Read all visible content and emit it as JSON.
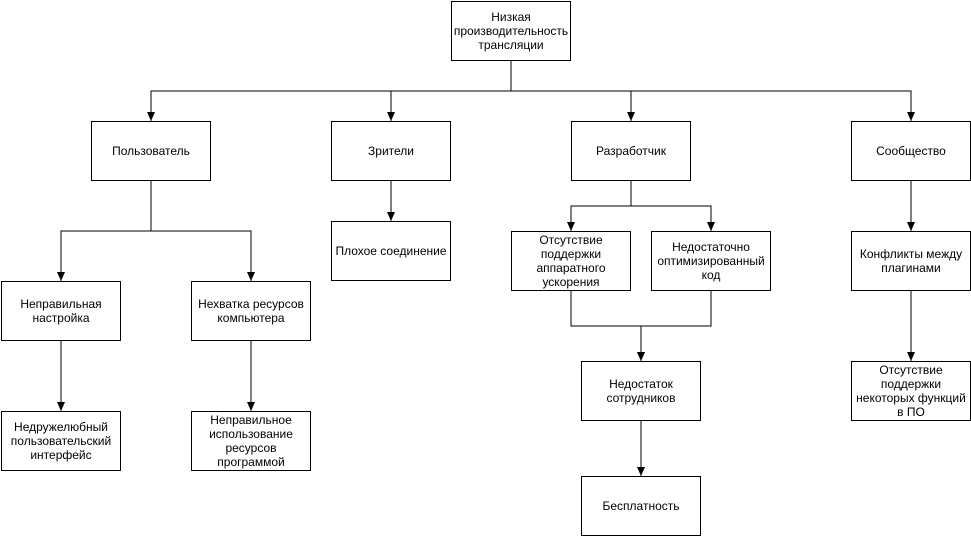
{
  "diagram": {
    "type": "tree",
    "line_color": "#000000",
    "nodes": {
      "root": "Низкая производительность трансляции",
      "user": "Пользователь",
      "viewers": "Зрители",
      "developer": "Разработчик",
      "community": "Сообщество",
      "wrong_setup": "Неправильная настройка",
      "lack_resources": "Нехватка ресурсов компьютера",
      "unfriendly_ui": "Недружелюбный пользовательский интерфейс",
      "wrong_usage": "Неправильное использование ресурсов программой",
      "bad_connection": "Плохое соединение",
      "no_hw_accel": "Отсутствие поддержки аппаратного ускорения",
      "poorly_optimized": "Недостаточно оптимизированный код",
      "lack_staff": "Недостаток сотрудников",
      "free": "Бесплатность",
      "plugin_conflicts": "Конфликты между плагинами",
      "no_feature_support": "Отсутствие поддержки некоторых функций в ПО"
    },
    "edges": [
      [
        "root",
        "user"
      ],
      [
        "root",
        "viewers"
      ],
      [
        "root",
        "developer"
      ],
      [
        "root",
        "community"
      ],
      [
        "user",
        "wrong_setup"
      ],
      [
        "user",
        "lack_resources"
      ],
      [
        "wrong_setup",
        "unfriendly_ui"
      ],
      [
        "lack_resources",
        "wrong_usage"
      ],
      [
        "viewers",
        "bad_connection"
      ],
      [
        "developer",
        "no_hw_accel"
      ],
      [
        "developer",
        "poorly_optimized"
      ],
      [
        "no_hw_accel",
        "lack_staff"
      ],
      [
        "poorly_optimized",
        "lack_staff"
      ],
      [
        "lack_staff",
        "free"
      ],
      [
        "community",
        "plugin_conflicts"
      ],
      [
        "plugin_conflicts",
        "no_feature_support"
      ]
    ]
  }
}
